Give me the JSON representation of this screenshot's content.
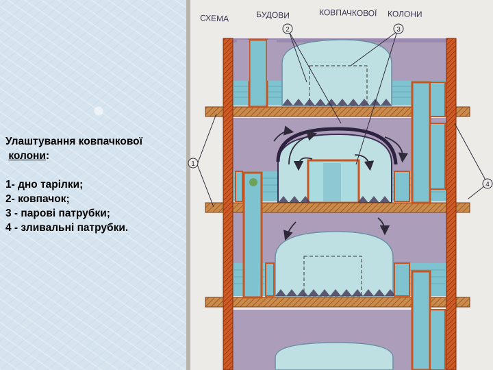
{
  "caption": {
    "heading_line1": "Улаштування ковпачкової",
    "heading_line2": "колони",
    "heading_colon": ":",
    "items": [
      "1- дно тарілки;",
      "2- ковпачок;",
      "3 - парові патрубки;",
      "4 - зливальні патрубки."
    ]
  },
  "drawing": {
    "title_words": [
      "СХЕМА",
      "БУДОВИ",
      "КОВПАЧКОВОЇ",
      "КОЛОНИ"
    ],
    "callouts": [
      "1",
      "2",
      "3",
      "4"
    ],
    "colors": {
      "paper": "#eceae6",
      "wall": "#c8541f",
      "plate": "#c98a4a",
      "vapor": "#a89ab8",
      "liquid": "#7cc3cf",
      "cap": "#bfe0e2",
      "pipe_red": "#c8541f"
    }
  }
}
